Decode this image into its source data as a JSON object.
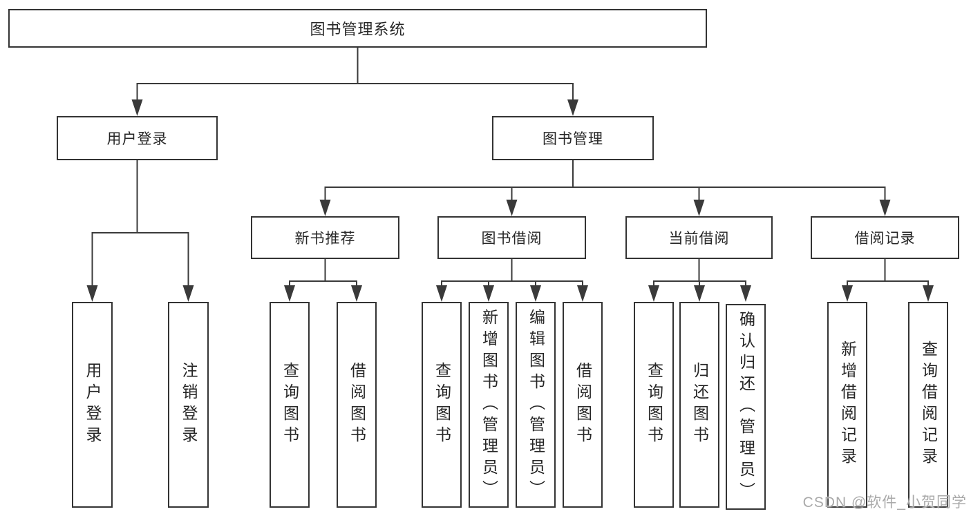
{
  "style": {
    "line_color": "#3a3a3a",
    "box_border_color": "#333333",
    "box_fill": "#ffffff",
    "text_color": "#262626",
    "watermark_color": "#a9a9a9"
  },
  "diagram": {
    "root": {
      "label": "图书管理系统"
    },
    "level2": [
      {
        "label": "用户登录"
      },
      {
        "label": "图书管理"
      }
    ],
    "level3": [
      {
        "label": "新书推荐"
      },
      {
        "label": "图书借阅"
      },
      {
        "label": "当前借阅"
      },
      {
        "label": "借阅记录"
      }
    ],
    "leaves": {
      "user": [
        "用户登录",
        "注销登录"
      ],
      "recommend": [
        "查询图书",
        "借阅图书"
      ],
      "borrow": [
        "查询图书",
        "新增图书（管理员）",
        "编辑图书（管理员）",
        "借阅图书"
      ],
      "current": [
        "查询图书",
        "归还图书",
        "确认归还（管理员）"
      ],
      "record": [
        "新增借阅记录",
        "查询借阅记录"
      ]
    }
  },
  "watermark": {
    "text": "CSDN @软件_小贺同学"
  }
}
